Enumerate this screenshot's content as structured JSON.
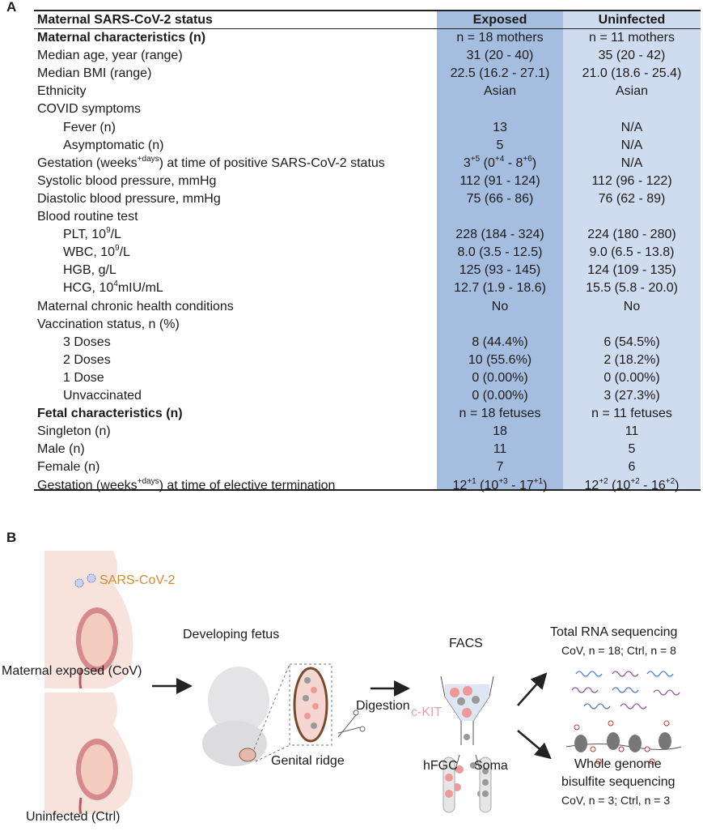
{
  "panel_a": {
    "label": "A",
    "header": {
      "label": "Maternal SARS-CoV-2 status",
      "exposed": "Exposed",
      "uninfected": "Uninfected"
    },
    "rows": [
      {
        "label": [
          {
            "t": "Maternal characteristics (n)"
          }
        ],
        "bold": true,
        "exposed": [
          {
            "t": "n = 18 mothers"
          }
        ],
        "uninfected": [
          {
            "t": "n = 11 mothers"
          }
        ]
      },
      {
        "label": [
          {
            "t": "Median age, year (range)"
          }
        ],
        "exposed": [
          {
            "t": "31 (20 - 40)"
          }
        ],
        "uninfected": [
          {
            "t": "35 (20 - 42)"
          }
        ]
      },
      {
        "label": [
          {
            "t": "Median BMI (range)"
          }
        ],
        "exposed": [
          {
            "t": "22.5 (16.2 - 27.1)"
          }
        ],
        "uninfected": [
          {
            "t": "21.0 (18.6 - 25.4)"
          }
        ]
      },
      {
        "label": [
          {
            "t": "Ethnicity"
          }
        ],
        "exposed": [
          {
            "t": "Asian"
          }
        ],
        "uninfected": [
          {
            "t": "Asian"
          }
        ]
      },
      {
        "label": [
          {
            "t": "COVID symptoms"
          }
        ],
        "exposed": [],
        "uninfected": []
      },
      {
        "label": [
          {
            "t": "Fever (n)"
          }
        ],
        "indent": true,
        "exposed": [
          {
            "t": "13"
          }
        ],
        "uninfected": [
          {
            "t": "N/A"
          }
        ]
      },
      {
        "label": [
          {
            "t": "Asymptomatic (n)"
          }
        ],
        "indent": true,
        "exposed": [
          {
            "t": "5"
          }
        ],
        "uninfected": [
          {
            "t": "N/A"
          }
        ]
      },
      {
        "label": [
          {
            "t": "Gestation (weeks"
          },
          {
            "t": "+days",
            "sup": true
          },
          {
            "t": ") at time of positive SARS-CoV-2 status"
          }
        ],
        "exposed": [
          {
            "t": "3"
          },
          {
            "t": "+5",
            "sup": true
          },
          {
            "t": " (0"
          },
          {
            "t": "+4",
            "sup": true
          },
          {
            "t": " - 8"
          },
          {
            "t": "+6",
            "sup": true
          },
          {
            "t": ")"
          }
        ],
        "uninfected": [
          {
            "t": "N/A"
          }
        ]
      },
      {
        "label": [
          {
            "t": "Systolic blood pressure, mmHg"
          }
        ],
        "exposed": [
          {
            "t": "112 (91 - 124)"
          }
        ],
        "uninfected": [
          {
            "t": "112 (96 - 122)"
          }
        ]
      },
      {
        "label": [
          {
            "t": "Diastolic blood pressure, mmHg"
          }
        ],
        "exposed": [
          {
            "t": "75 (66 - 86)"
          }
        ],
        "uninfected": [
          {
            "t": "76 (62 - 89)"
          }
        ]
      },
      {
        "label": [
          {
            "t": "Blood routine test"
          }
        ],
        "exposed": [],
        "uninfected": []
      },
      {
        "label": [
          {
            "t": "PLT, 10"
          },
          {
            "t": "9",
            "sup": true
          },
          {
            "t": "/L"
          }
        ],
        "indent": true,
        "exposed": [
          {
            "t": "228 (184 - 324)"
          }
        ],
        "uninfected": [
          {
            "t": "224 (180 - 280)"
          }
        ]
      },
      {
        "label": [
          {
            "t": "WBC, 10"
          },
          {
            "t": "9",
            "sup": true
          },
          {
            "t": "/L"
          }
        ],
        "indent": true,
        "exposed": [
          {
            "t": "8.0 (3.5 - 12.5)"
          }
        ],
        "uninfected": [
          {
            "t": "9.0 (6.5 - 13.8)"
          }
        ]
      },
      {
        "label": [
          {
            "t": "HGB, g/L"
          }
        ],
        "indent": true,
        "exposed": [
          {
            "t": "125 (93 - 145)"
          }
        ],
        "uninfected": [
          {
            "t": "124 (109 - 135)"
          }
        ]
      },
      {
        "label": [
          {
            "t": "HCG, 10"
          },
          {
            "t": "4",
            "sup": true
          },
          {
            "t": "mIU/mL"
          }
        ],
        "indent": true,
        "exposed": [
          {
            "t": "12.7 (1.9 - 18.6)"
          }
        ],
        "uninfected": [
          {
            "t": "15.5 (5.8 - 20.0)"
          }
        ]
      },
      {
        "label": [
          {
            "t": "Maternal chronic health conditions"
          }
        ],
        "exposed": [
          {
            "t": "No"
          }
        ],
        "uninfected": [
          {
            "t": "No"
          }
        ]
      },
      {
        "label": [
          {
            "t": "Vaccination status, n (%)"
          }
        ],
        "exposed": [],
        "uninfected": []
      },
      {
        "label": [
          {
            "t": "3 Doses"
          }
        ],
        "indent": true,
        "exposed": [
          {
            "t": "8 (44.4%)"
          }
        ],
        "uninfected": [
          {
            "t": "6 (54.5%)"
          }
        ]
      },
      {
        "label": [
          {
            "t": "2 Doses"
          }
        ],
        "indent": true,
        "exposed": [
          {
            "t": "10 (55.6%)"
          }
        ],
        "uninfected": [
          {
            "t": "2 (18.2%)"
          }
        ]
      },
      {
        "label": [
          {
            "t": "1 Dose"
          }
        ],
        "indent": true,
        "exposed": [
          {
            "t": "0 (0.00%)"
          }
        ],
        "uninfected": [
          {
            "t": "0 (0.00%)"
          }
        ]
      },
      {
        "label": [
          {
            "t": "Unvaccinated"
          }
        ],
        "indent": true,
        "exposed": [
          {
            "t": "0 (0.00%)"
          }
        ],
        "uninfected": [
          {
            "t": "3 (27.3%)"
          }
        ]
      },
      {
        "label": [
          {
            "t": "Fetal characteristics (n)"
          }
        ],
        "bold": true,
        "exposed": [
          {
            "t": "n = 18 fetuses"
          }
        ],
        "uninfected": [
          {
            "t": "n = 11 fetuses"
          }
        ]
      },
      {
        "label": [
          {
            "t": "Singleton (n)"
          }
        ],
        "exposed": [
          {
            "t": "18"
          }
        ],
        "uninfected": [
          {
            "t": "11"
          }
        ]
      },
      {
        "label": [
          {
            "t": "Male (n)"
          }
        ],
        "exposed": [
          {
            "t": "11"
          }
        ],
        "uninfected": [
          {
            "t": "5"
          }
        ]
      },
      {
        "label": [
          {
            "t": "Female (n)"
          }
        ],
        "exposed": [
          {
            "t": "7"
          }
        ],
        "uninfected": [
          {
            "t": "6"
          }
        ]
      },
      {
        "label": [
          {
            "t": "Gestation (weeks"
          },
          {
            "t": "+days",
            "sup": true
          },
          {
            "t": ") at time of elective termination"
          }
        ],
        "exposed": [
          {
            "t": "12"
          },
          {
            "t": "+1",
            "sup": true
          },
          {
            "t": " (10"
          },
          {
            "t": "+3",
            "sup": true
          },
          {
            "t": " - 17"
          },
          {
            "t": "+1",
            "sup": true
          },
          {
            "t": ")"
          }
        ],
        "uninfected": [
          {
            "t": "12"
          },
          {
            "t": "+2",
            "sup": true
          },
          {
            "t": " (10"
          },
          {
            "t": "+2",
            "sup": true
          },
          {
            "t": " - 16"
          },
          {
            "t": "+2",
            "sup": true
          },
          {
            "t": ")"
          }
        ]
      }
    ],
    "colors": {
      "exposed": "#a5bee0",
      "uninfected": "#cfdcef"
    }
  },
  "panel_b": {
    "label": "B",
    "virus": "SARS-CoV-2",
    "exposed_label": "Maternal  exposed (CoV)",
    "ctrl_label": "Uninfected (Ctrl)",
    "fetus": "Developing fetus",
    "ridge": "Genital ridge",
    "digestion": "Digestion",
    "facs": "FACS",
    "marker": "c-KIT",
    "hfgc": "hFGC",
    "soma": "Soma",
    "rna_title": "Total RNA sequencing",
    "rna_n": "CoV, n = 18; Ctrl, n = 8",
    "wgbs_title1": "Whole genome",
    "wgbs_title2": "bisulfite sequencing",
    "wgbs_n": "CoV, n = 3; Ctrl, n = 3",
    "colors": {
      "virus": "#d9892c",
      "marker": "#e8a0a8"
    }
  }
}
